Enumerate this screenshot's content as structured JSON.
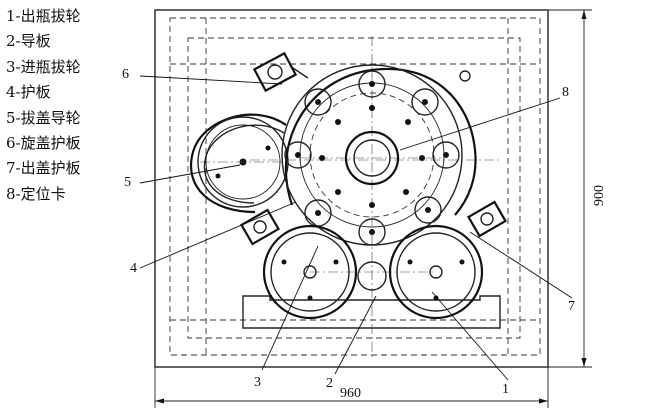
{
  "legend": [
    "1-出瓶拔轮",
    "2-导板",
    "3-进瓶拔轮",
    "4-护板",
    "5-拔盖导轮",
    "6-旋盖护板",
    "7-出盖护板",
    "8-定位卡"
  ],
  "callouts": [
    "1",
    "2",
    "3",
    "4",
    "5",
    "6",
    "7",
    "8"
  ],
  "dimensions": {
    "width": "960",
    "height": "900"
  }
}
